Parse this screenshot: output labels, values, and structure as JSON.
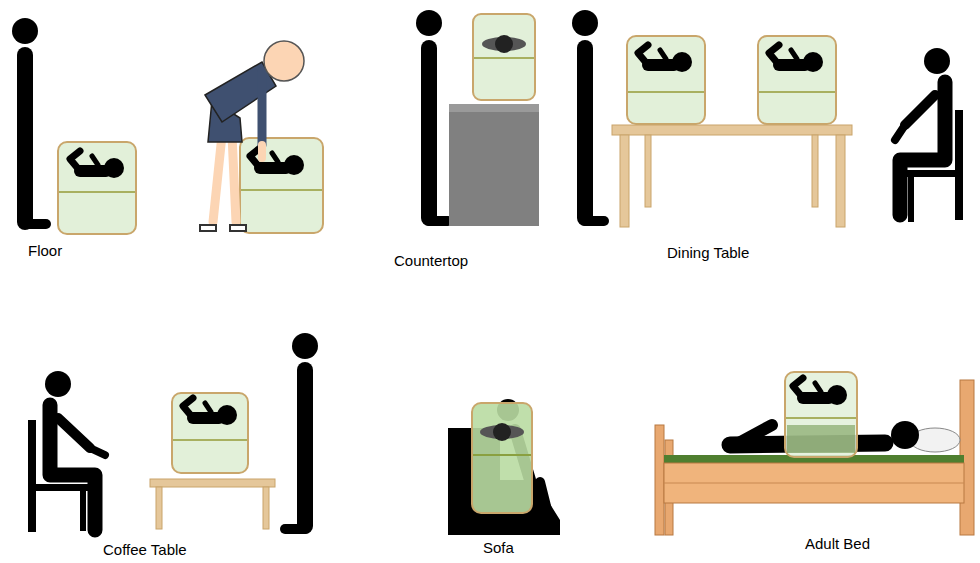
{
  "diagram": {
    "labels": [
      "Floor",
      "Countertop",
      "Dining Table",
      "Coffee Table",
      "Sofa",
      "Adult Bed"
    ]
  }
}
